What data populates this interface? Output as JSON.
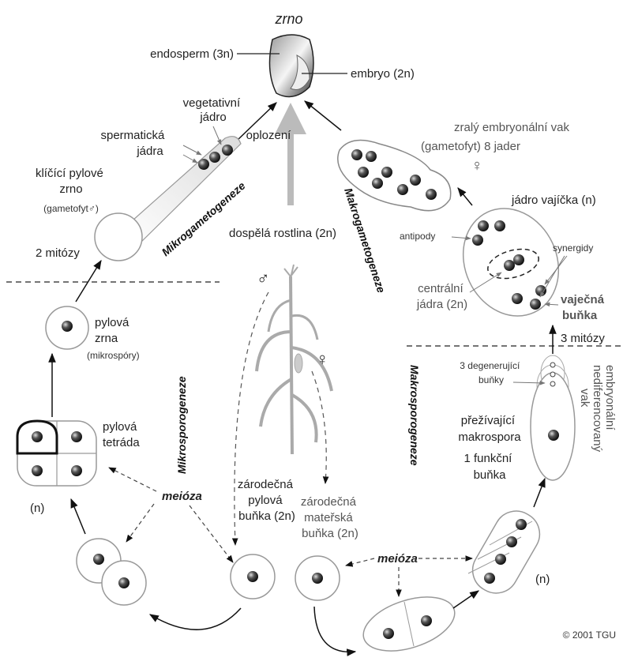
{
  "title": "zrno",
  "seed": {
    "endosperm": "endosperm (3n)",
    "embryo": "embryo (2n)"
  },
  "fertilization": "oplození",
  "adult_plant": "dospělá rostlina (2n)",
  "male": {
    "symbol": "♂",
    "vegetative_nucleus": [
      "vegetativní",
      "jádro"
    ],
    "sperm_nuclei": [
      "spermatická",
      "jádra"
    ],
    "germinating_pollen": [
      "klíčící pylové",
      "zrno",
      "(gametofyt♂)"
    ],
    "two_mitoses": "2 mitózy",
    "microgametogenesis": "Mikrogametogeneze",
    "pollen_grains": [
      "pylová",
      "zrna"
    ],
    "microspores": "(mikrospóry)",
    "microsporogenesis": "Mikrosporogeneze",
    "pollen_tetrad": [
      "pylová",
      "tetráda"
    ],
    "haploid": "(n)",
    "meiosis": "meióza",
    "germ_pollen_cell": [
      "zárodečná",
      "pylová",
      "buňka (2n)"
    ]
  },
  "female": {
    "symbol": "♀",
    "mature_embryo_sac": "zralý embryonální vak",
    "gametophyte_8": "(gametofyt) 8 jader",
    "macrogametogenesis": "Makrogametogeneze",
    "egg_nucleus": "jádro vajíčka (n)",
    "antipodes": "antipody",
    "synergids": "synergidy",
    "central_nuclei": [
      "centrální",
      "jádra (2n)"
    ],
    "egg_cell": [
      "vaječná",
      "buňka"
    ],
    "three_mitoses": "3 mitózy",
    "degenerating": [
      "3 degenerující",
      "buňky"
    ],
    "surviving_macrospore": [
      "přežívající",
      "makrospora"
    ],
    "functional_cell": [
      "1 funkční",
      "buňka"
    ],
    "undiff_sac": [
      "embryonální",
      "nediferencovaný",
      "vak"
    ],
    "macrosporogenesis": "Makrosporogeneze",
    "germ_mother_cell": [
      "zárodečná",
      "mateřská",
      "buňka (2n)"
    ],
    "meiosis": "meióza",
    "haploid": "(n)"
  },
  "copyright": "© 2001 TGU"
}
